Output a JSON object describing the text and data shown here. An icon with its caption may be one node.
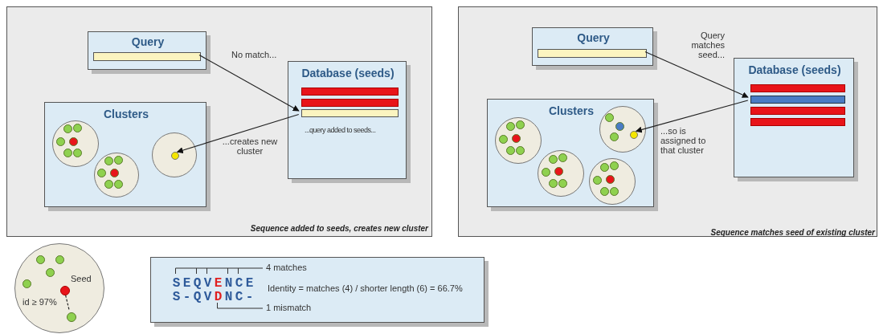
{
  "diagram": {
    "nodes": [
      {
        "text": [
          "Sequence added to seeds, creates new cluster"
        ]
      },
      {
        "text": [
          "Query"
        ],
        "in": 0
      },
      {
        "text": [],
        "shape": "bar",
        "in": 1
      },
      {
        "text": [
          "Database (seeds)",
          "...query added to seeds..."
        ],
        "in": 0
      },
      {
        "text": [],
        "shape": "bar",
        "in": 3
      },
      {
        "text": [],
        "shape": "bar",
        "in": 3
      },
      {
        "text": [],
        "shape": "bar",
        "in": 3
      },
      {
        "text": [
          "Clusters"
        ],
        "in": 0
      },
      {
        "text": [],
        "shape": "circle",
        "in": 7
      },
      {
        "text": [],
        "shape": "circle",
        "in": 7
      },
      {
        "text": [],
        "shape": "circle",
        "in": 7
      },
      {
        "text": [],
        "shape": "circle",
        "in": 10
      },
      {
        "text": [
          "Sequence matches seed of existing cluster"
        ]
      },
      {
        "text": [
          "Query"
        ],
        "in": 12
      },
      {
        "text": [],
        "shape": "bar",
        "in": 13
      },
      {
        "text": [
          "Database (seeds)"
        ],
        "in": 12
      },
      {
        "text": [],
        "shape": "bar",
        "in": 15
      },
      {
        "text": [],
        "shape": "bar",
        "in": 15
      },
      {
        "text": [],
        "shape": "bar",
        "in": 15
      },
      {
        "text": [],
        "shape": "bar",
        "in": 15
      },
      {
        "text": [
          "Clusters"
        ],
        "in": 12
      },
      {
        "text": [],
        "shape": "circle",
        "in": 20
      },
      {
        "text": [],
        "shape": "circle",
        "in": 20
      },
      {
        "text": [],
        "shape": "circle",
        "in": 20
      },
      {
        "text": [],
        "shape": "circle",
        "in": 20
      },
      {
        "text": [],
        "shape": "circle",
        "in": 22
      },
      {
        "text": [],
        "shape": "circle"
      },
      {
        "text": [],
        "shape": "circle",
        "in": 26,
        "beside": [
          "Seed"
        ]
      },
      {
        "text": [],
        "shape": "circle",
        "in": 26
      },
      {
        "text": [
          "SEQVENCE",
          "S-QVDNC-",
          "4 matches",
          "Identity = matches (4) / shorter length (6) = 66.7%",
          "1 mismatch"
        ]
      }
    ],
    "edges": [
      {
        "from": 2,
        "to": 6,
        "arrow": "to",
        "label": "No match..."
      },
      {
        "from": 6,
        "to": 11,
        "arrow": "to",
        "label": "...creates new cluster"
      },
      {
        "from": 14,
        "to": 17,
        "arrow": "to",
        "label": "Query matches seed..."
      },
      {
        "from": 17,
        "to": 25,
        "arrow": "to",
        "label": "...so is assigned to that cluster"
      },
      {
        "from": 27,
        "to": 28,
        "arrow": "none",
        "style": "dashed",
        "label": "id ≥ 97%"
      }
    ]
  }
}
